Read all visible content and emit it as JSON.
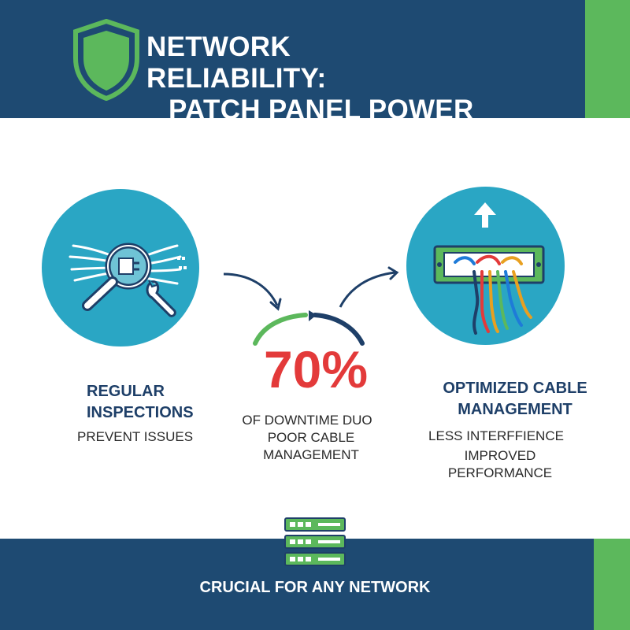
{
  "header": {
    "title_line1": "NETWORK RELIABILITY:",
    "title_line2": "PATCH PANEL POWER",
    "background_color": "#1e4a72",
    "accent_color": "#5cb85c"
  },
  "left_panel": {
    "icon": "magnifier-wrench-icon",
    "heading_line1": "REGULAR",
    "heading_line2": "INSPECTIONS",
    "subtext": "PREVENT ISSUES"
  },
  "center_stat": {
    "value": "70%",
    "line1": "OF DOWNTIME DUO",
    "line2": "POOR CABLE MANAGEMENT",
    "value_color": "#e33a3a"
  },
  "right_panel": {
    "icon": "patch-panel-icon",
    "heading_line1": "OPTIMIZED CABLE",
    "heading_line2": "MANAGEMENT",
    "subtext_line1": "LESS INTERFFIENCE",
    "subtext_line2": "IMPROVED PERFORMANCE"
  },
  "footer": {
    "icon": "server-rack-icon",
    "text": "CRUCIAL FOR ANY NETWORK"
  }
}
